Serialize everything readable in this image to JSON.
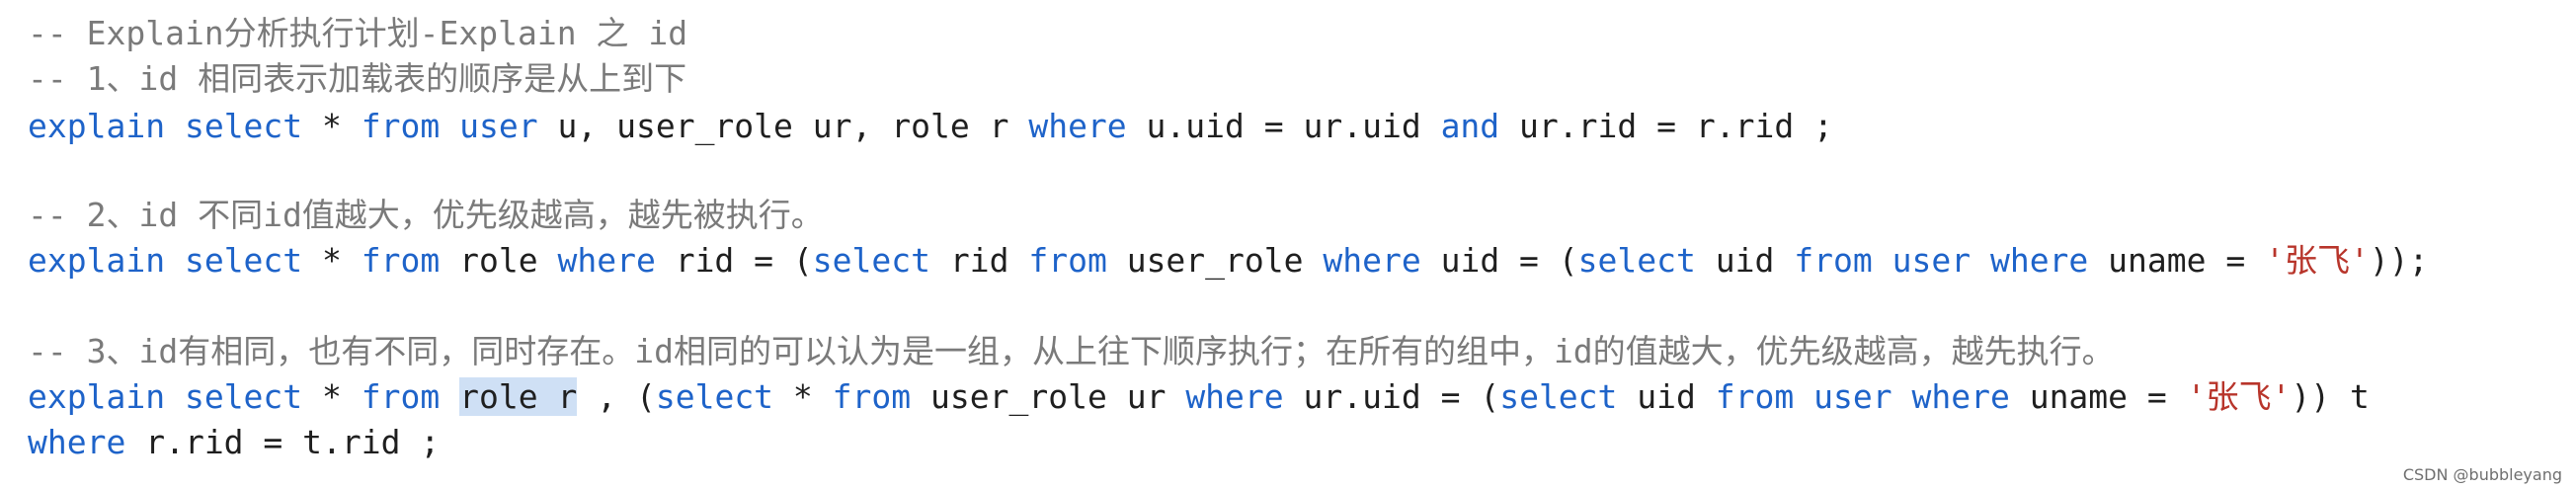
{
  "colors": {
    "comment": "#7a7a7a",
    "keyword": "#1e63c9",
    "plain": "#1f1f1f",
    "string": "#b8352b",
    "selection": "#cfe0f5"
  },
  "lines": [
    {
      "tokens": [
        {
          "t": "comment",
          "v": "-- Explain分析执行计划-Explain 之 id"
        }
      ]
    },
    {
      "tokens": [
        {
          "t": "comment",
          "v": "-- 1、id 相同表示加载表的顺序是从上到下"
        }
      ]
    },
    {
      "tokens": [
        {
          "t": "keyword",
          "v": "explain"
        },
        {
          "t": "plain",
          "v": " "
        },
        {
          "t": "keyword",
          "v": "select"
        },
        {
          "t": "plain",
          "v": " * "
        },
        {
          "t": "keyword",
          "v": "from"
        },
        {
          "t": "plain",
          "v": " "
        },
        {
          "t": "keyword",
          "v": "user"
        },
        {
          "t": "plain",
          "v": " u, user_role ur, role r "
        },
        {
          "t": "keyword",
          "v": "where"
        },
        {
          "t": "plain",
          "v": " u.uid = ur.uid "
        },
        {
          "t": "keyword",
          "v": "and"
        },
        {
          "t": "plain",
          "v": " ur.rid = r.rid ;"
        }
      ]
    },
    {
      "tokens": []
    },
    {
      "tokens": [
        {
          "t": "comment",
          "v": "-- 2、id 不同id值越大，优先级越高，越先被执行。"
        }
      ]
    },
    {
      "tokens": [
        {
          "t": "keyword",
          "v": "explain"
        },
        {
          "t": "plain",
          "v": " "
        },
        {
          "t": "keyword",
          "v": "select"
        },
        {
          "t": "plain",
          "v": " * "
        },
        {
          "t": "keyword",
          "v": "from"
        },
        {
          "t": "plain",
          "v": " role "
        },
        {
          "t": "keyword",
          "v": "where"
        },
        {
          "t": "plain",
          "v": " rid = ("
        },
        {
          "t": "keyword",
          "v": "select"
        },
        {
          "t": "plain",
          "v": " rid "
        },
        {
          "t": "keyword",
          "v": "from"
        },
        {
          "t": "plain",
          "v": " user_role "
        },
        {
          "t": "keyword",
          "v": "where"
        },
        {
          "t": "plain",
          "v": " uid = ("
        },
        {
          "t": "keyword",
          "v": "select"
        },
        {
          "t": "plain",
          "v": " uid "
        },
        {
          "t": "keyword",
          "v": "from"
        },
        {
          "t": "plain",
          "v": " "
        },
        {
          "t": "keyword",
          "v": "user"
        },
        {
          "t": "plain",
          "v": " "
        },
        {
          "t": "keyword",
          "v": "where"
        },
        {
          "t": "plain",
          "v": " uname = "
        },
        {
          "t": "string",
          "v": "'张飞'"
        },
        {
          "t": "plain",
          "v": "));"
        }
      ]
    },
    {
      "tokens": []
    },
    {
      "tokens": [
        {
          "t": "comment",
          "v": "-- 3、id有相同，也有不同，同时存在。id相同的可以认为是一组，从上往下顺序执行；在所有的组中，id的值越大，优先级越高，越先执行。"
        }
      ]
    },
    {
      "tokens": [
        {
          "t": "keyword",
          "v": "explain"
        },
        {
          "t": "plain",
          "v": " "
        },
        {
          "t": "keyword",
          "v": "select"
        },
        {
          "t": "plain",
          "v": " * "
        },
        {
          "t": "keyword",
          "v": "from"
        },
        {
          "t": "plain",
          "v": " "
        },
        {
          "t": "selected",
          "v": "role r"
        },
        {
          "t": "plain",
          "v": " , ("
        },
        {
          "t": "keyword",
          "v": "select"
        },
        {
          "t": "plain",
          "v": " * "
        },
        {
          "t": "keyword",
          "v": "from"
        },
        {
          "t": "plain",
          "v": " user_role ur "
        },
        {
          "t": "keyword",
          "v": "where"
        },
        {
          "t": "plain",
          "v": " ur.uid = ("
        },
        {
          "t": "keyword",
          "v": "select"
        },
        {
          "t": "plain",
          "v": " uid "
        },
        {
          "t": "keyword",
          "v": "from"
        },
        {
          "t": "plain",
          "v": " "
        },
        {
          "t": "keyword",
          "v": "user"
        },
        {
          "t": "plain",
          "v": " "
        },
        {
          "t": "keyword",
          "v": "where"
        },
        {
          "t": "plain",
          "v": " uname = "
        },
        {
          "t": "string",
          "v": "'张飞'"
        },
        {
          "t": "plain",
          "v": ")) t"
        }
      ]
    },
    {
      "tokens": [
        {
          "t": "keyword",
          "v": "where"
        },
        {
          "t": "plain",
          "v": " r.rid = t.rid ;"
        }
      ]
    }
  ],
  "watermark": "CSDN @bubbleyang"
}
